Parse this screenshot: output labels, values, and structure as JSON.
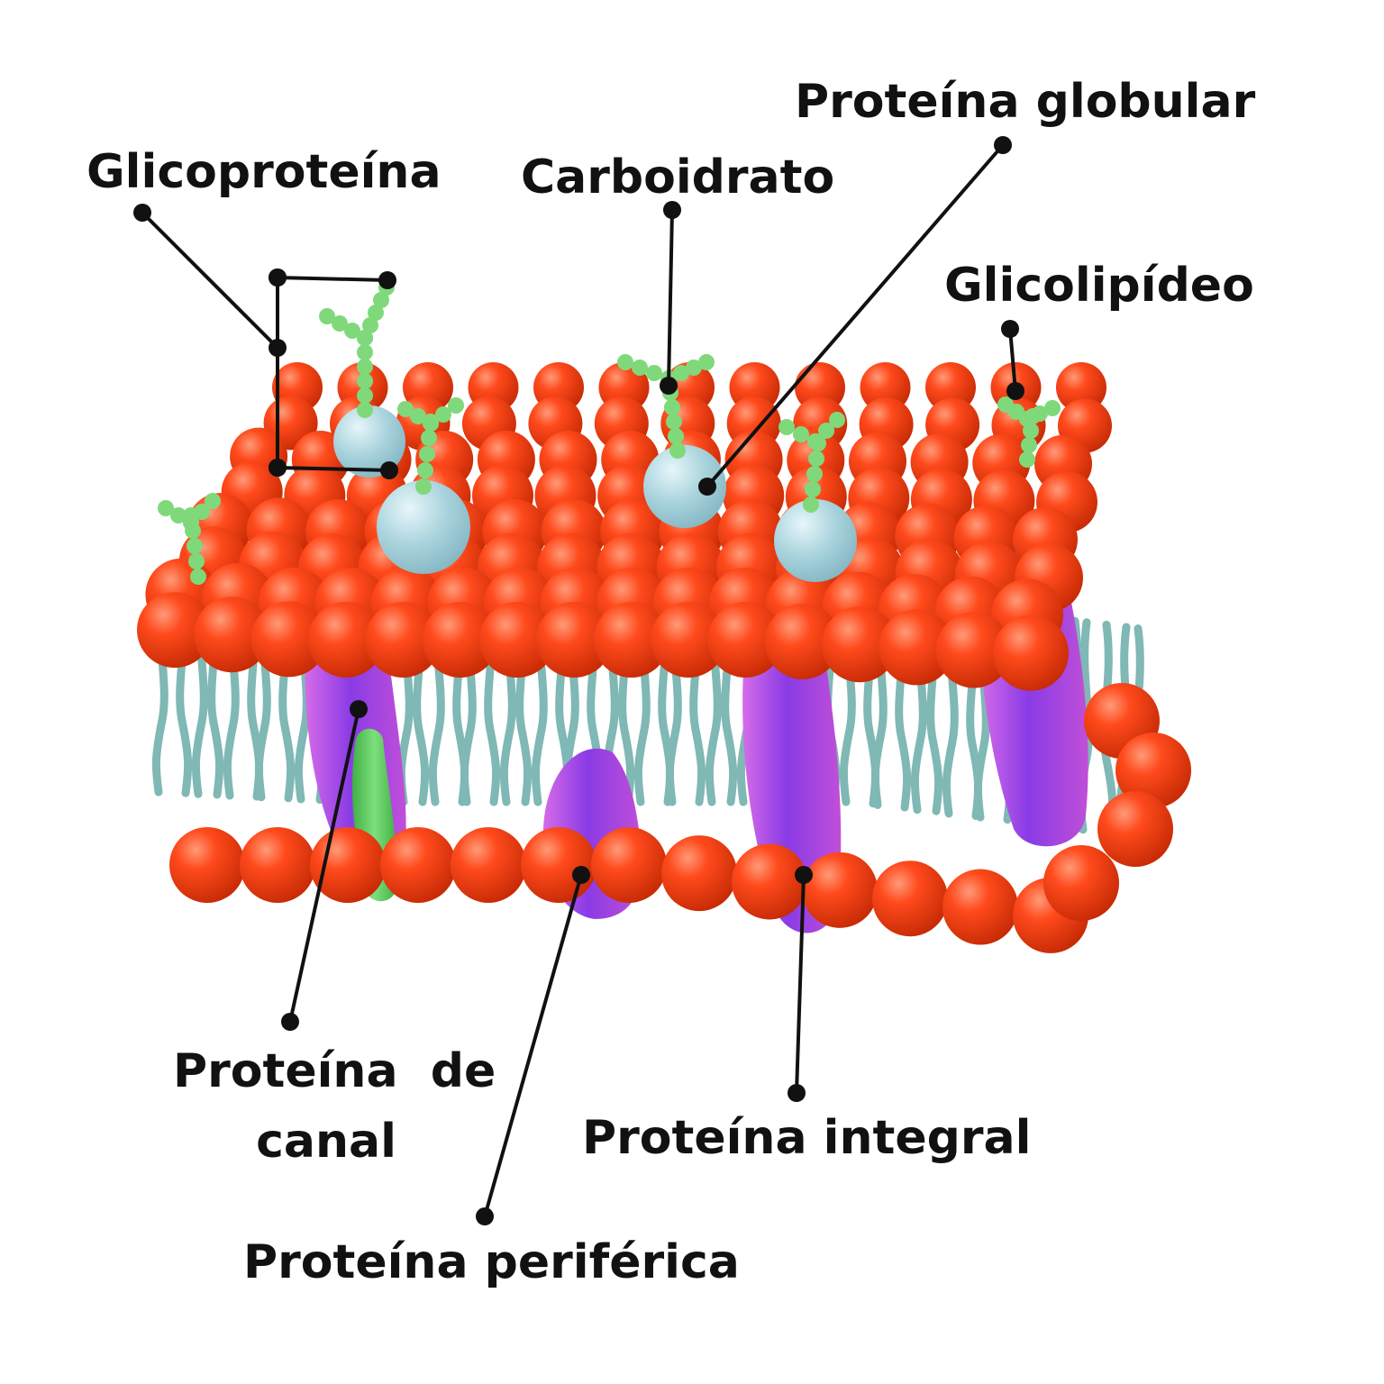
{
  "labels": {
    "glicoproteina": "Glicoproteína",
    "carboidrato": "Carboidrato",
    "proteina_globular": "Proteína globular",
    "glicolipideo": "Glicolipídeo",
    "proteina_canal_line1": "Proteína  de",
    "proteina_canal_line2": "canal",
    "proteina_integral": "Proteína integral",
    "proteina_periferica": "Proteína periférica"
  },
  "colors": {
    "phospholipid_head": "#ff4a1c",
    "lipid_tail": "#7fb8b4",
    "carbohydrate": "#7fd97a",
    "globular_protein": "#a9d3dc",
    "integral_protein": "#b04ad8",
    "channel_protein": "#58c95a",
    "leader_line": "#111111"
  }
}
